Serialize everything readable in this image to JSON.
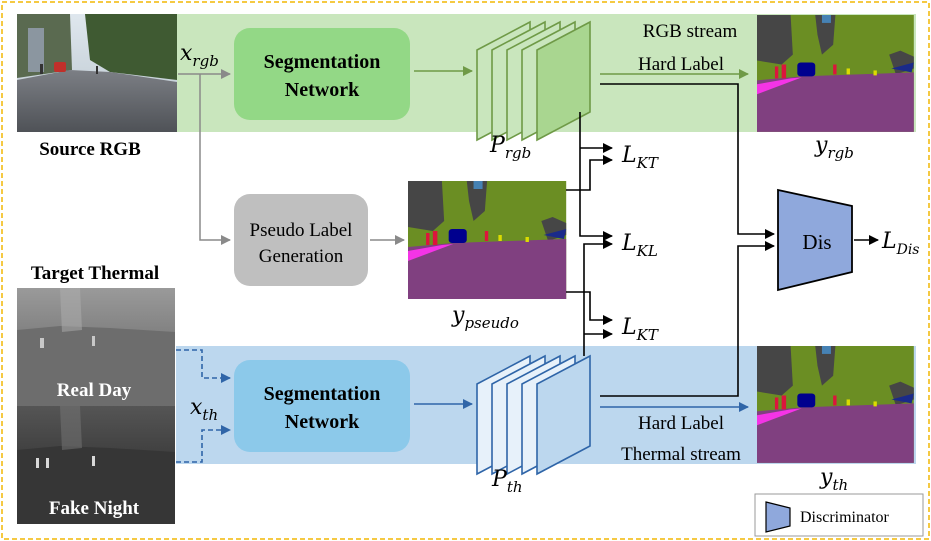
{
  "labels": {
    "source_rgb": "Source RGB",
    "target_thermal": "Target Thermal",
    "real_day": "Real Day",
    "fake_night": "Fake Night",
    "rgb_stream": "RGB stream",
    "thermal_stream": "Thermal stream",
    "hard_label_top": "Hard Label",
    "hard_label_bottom": "Hard Label",
    "discriminator_legend": "Discriminator"
  },
  "nodes": {
    "seg_top_line1": "Segmentation",
    "seg_top_line2": "Network",
    "pseudo_line1": "Pseudo Label",
    "pseudo_line2": "Generation",
    "seg_bottom_line1": "Segmentation",
    "seg_bottom_line2": "Network",
    "dis": "Dis"
  },
  "math": {
    "x_rgb": {
      "base": "x",
      "sub": "rgb"
    },
    "x_th": {
      "base": "x",
      "sub": "th"
    },
    "p_rgb": {
      "base": "P",
      "sub": "rgb"
    },
    "p_th": {
      "base": "P",
      "sub": "th"
    },
    "y_rgb": {
      "base": "y",
      "sub": "rgb"
    },
    "y_th": {
      "base": "y",
      "sub": "th"
    },
    "y_pseudo": {
      "base": "y",
      "sub": "pseudo"
    },
    "l_kt_top": {
      "base": "L",
      "sub": "KT"
    },
    "l_kl": {
      "base": "L",
      "sub": "KL"
    },
    "l_kt_bottom": {
      "base": "L",
      "sub": "KT"
    },
    "l_dis": {
      "base": "L",
      "sub": "Dis"
    }
  },
  "colors": {
    "frame_dashed": "#f2b705",
    "rgb_band": "#c9e6bd",
    "thermal_band": "#bcd7ee",
    "seg_green": "#93d886",
    "seg_blue": "#8cc9ea",
    "pseudo_gray": "#bfbfbf",
    "dis_fill": "#8fa8dc",
    "green_line": "#6f9a47",
    "blue_line": "#2f65a8",
    "gray_arrow": "#8a8a8a",
    "seg_purple": "#804080",
    "seg_olive": "#6b8e23",
    "seg_dark": "#464646",
    "seg_pink": "#f434e6"
  }
}
